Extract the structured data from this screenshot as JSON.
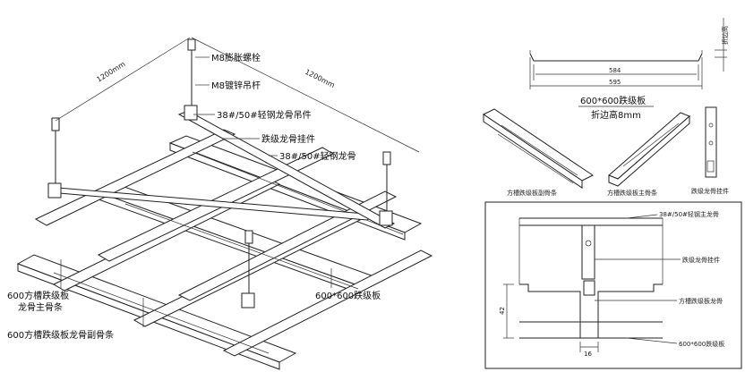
{
  "left": {
    "dim1": "1200mm",
    "dim2": "1200mm",
    "l_bolt": "M8膨胀螺栓",
    "l_rod": "M8镀锌吊杆",
    "l_hanger": "38#/50#轻钢龙骨吊件",
    "l_clip": "跌级龙骨挂件",
    "l_main": "38#/50#轻钢龙骨",
    "l_main_tee_1": "600方槽跌级板",
    "l_main_tee_2": "龙骨主骨条",
    "l_cross": "600方槽跌级板龙骨副骨条",
    "l_panel": "600*600跌级板"
  },
  "topright": {
    "side_label": "折边高",
    "dim_inner": "584",
    "dim_outer": "595",
    "title": "600*600跌级板",
    "note": "折边高8mm"
  },
  "parts": {
    "p1": "方槽跌级板副骨条",
    "p2": "方槽跌级板主骨条",
    "p3": "跌级龙骨挂件"
  },
  "section": {
    "l1": "38#/50#轻钢主龙骨",
    "l2": "跌级龙骨挂件",
    "l3": "方槽跌级板龙骨",
    "l4": "600*600跌级板",
    "dim_h": "42",
    "dim_w": "16"
  }
}
